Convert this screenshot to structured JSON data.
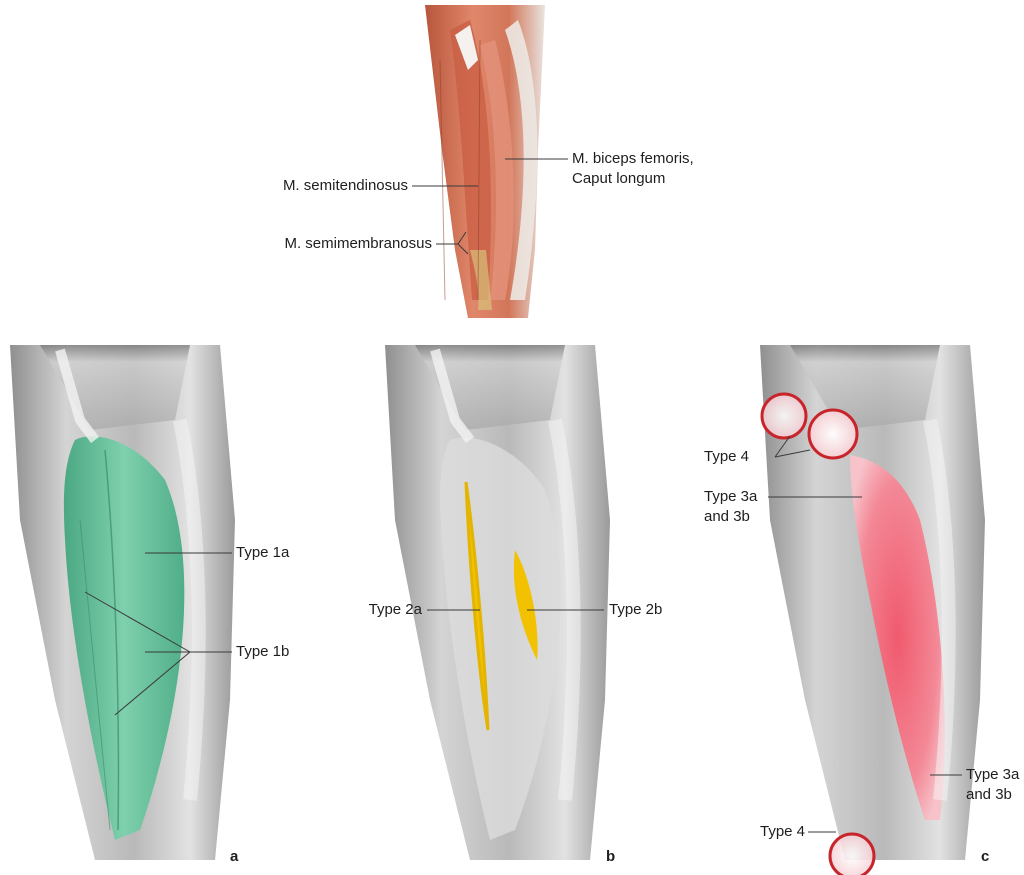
{
  "top_figure": {
    "labels": {
      "semitendinosus": "M. semitendinosus",
      "semimembranosus": "M. semimembranosus",
      "biceps_line1": "M. biceps femoris,",
      "biceps_line2": "Caput longum"
    }
  },
  "panel_a": {
    "letter": "a",
    "labels": {
      "type_1a": "Type 1a",
      "type_1b": "Type 1b"
    },
    "highlight_color": "#5fbf98"
  },
  "panel_b": {
    "letter": "b",
    "labels": {
      "type_2a": "Type 2a",
      "type_2b": "Type 2b"
    },
    "highlight_color": "#f2c200"
  },
  "panel_c": {
    "letter": "c",
    "labels": {
      "type_4_top": "Type 4",
      "type_3_upper_line1": "Type 3a",
      "type_3_upper_line2": "and 3b",
      "type_3_lower_line1": "Type 3a",
      "type_3_lower_line2": "and 3b",
      "type_4_bottom": "Type 4"
    },
    "highlight_color": "#f06a7c",
    "circle_color": "#c8242b"
  }
}
